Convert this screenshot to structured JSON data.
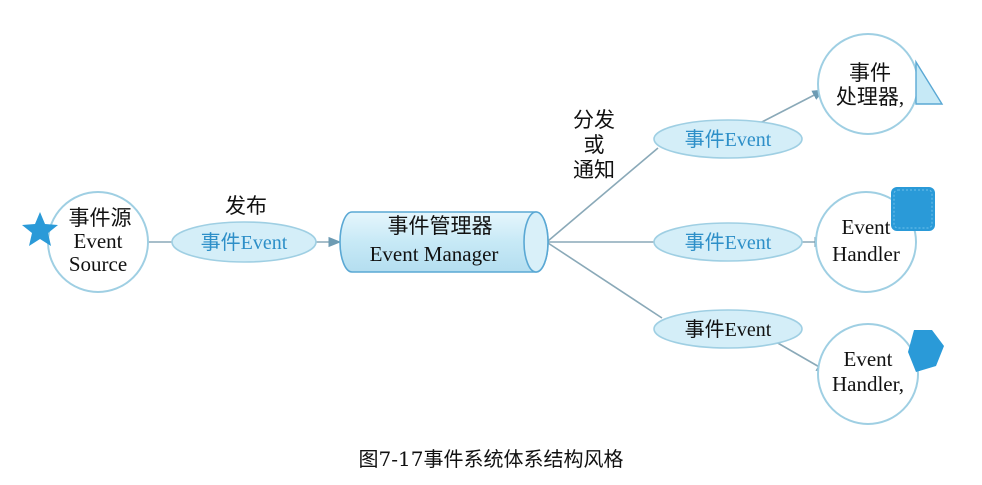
{
  "diagram": {
    "source": {
      "line1": "事件源",
      "line2": "Event",
      "line3": "Source"
    },
    "publish_label": "发布",
    "event_publish": "事件Event",
    "manager": {
      "line1": "事件管理器",
      "line2": "Event Manager"
    },
    "dispatch_label": {
      "line1": "分发",
      "line2": "或",
      "line3": "通知"
    },
    "events_out": [
      "事件Event",
      "事件Event",
      "事件Event"
    ],
    "handlers": [
      {
        "line1": "事件",
        "line2": "处理器,"
      },
      {
        "line1": "Event",
        "line2": "Handler"
      },
      {
        "line1": "Event",
        "line2": "Handler,"
      }
    ]
  },
  "caption": "图7-17事件系统体系结构风格",
  "colors": {
    "light_blue_fill": "#d4eef8",
    "blue_stroke": "#5aa8d4",
    "circle_stroke": "#9fcfe3",
    "event_text": "#2d8fc8",
    "accent_blue": "#2a9ad8",
    "line_gray": "#8aa9b8"
  }
}
